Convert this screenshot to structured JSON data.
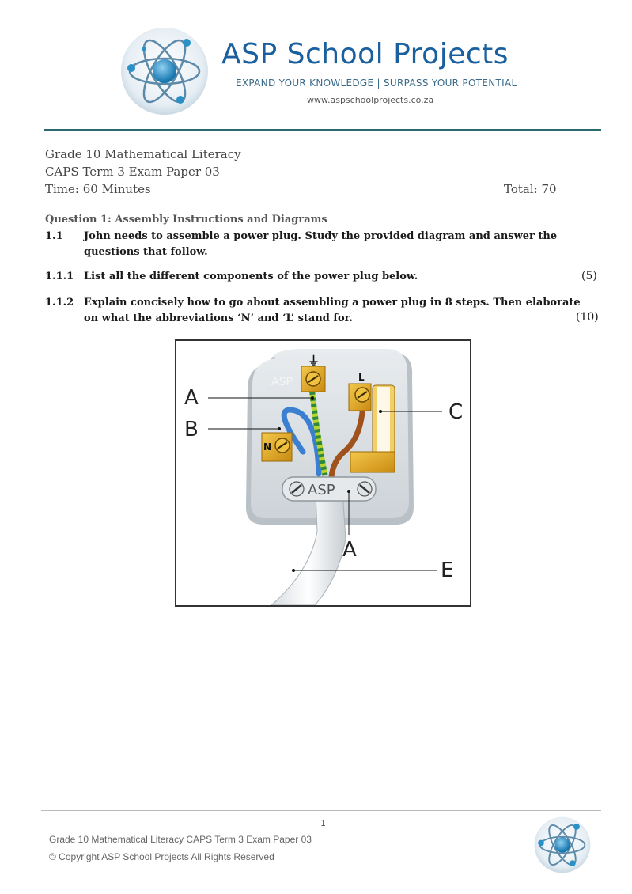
{
  "header": {
    "brand_name": "ASP School Projects",
    "tagline": "EXPAND YOUR KNOWLEDGE  |  SURPASS YOUR POTENTIAL",
    "url": "www.aspschoolprojects.co.za",
    "logo_icon": "atom-icon"
  },
  "paper": {
    "subject": "Grade 10 Mathematical Literacy",
    "exam": "CAPS Term 3 Exam Paper 03",
    "time": "Time:  60 Minutes",
    "total": "Total:  70"
  },
  "question1": {
    "heading": "Question 1:  Assembly Instructions and Diagrams",
    "q11_num": "1.1",
    "q11_text_line1": "John needs to assemble a power plug.  Study the provided diagram and answer the",
    "q11_text_line2": "questions that follow.",
    "q111_num": "1.1.1",
    "q111_text": "List all the different components of the power plug below.",
    "q111_marks": "(5)",
    "q112_num": "1.1.2",
    "q112_text_line1": "Explain concisely how to go about assembling a power plug in 8 steps.  Then elaborate",
    "q112_text_line2": "on what the abbreviations ‘N’ and ‘L’ stand for.",
    "q112_marks": "(10)"
  },
  "diagram": {
    "label_a_top": "A",
    "label_b": "B",
    "label_c": "C",
    "label_a_bottom": "A",
    "label_e": "E",
    "terminal_earth": "⏚",
    "terminal_l": "L",
    "terminal_n": "N",
    "watermark": "ASP",
    "clamp_text": "ASP"
  },
  "footer": {
    "page_number": "1",
    "line1": "Grade 10 Mathematical Literacy CAPS Term 3 Exam Paper 03",
    "line2": "© Copyright ASP School Projects All Rights Reserved"
  },
  "colors": {
    "brand": "#1a5f9e",
    "rule": "#2d6a6f",
    "terminal_brass": "#e0a825",
    "live_wire": "#a0521d",
    "neutral_wire": "#3a7fd0",
    "earth_wire": "#b8d430"
  }
}
